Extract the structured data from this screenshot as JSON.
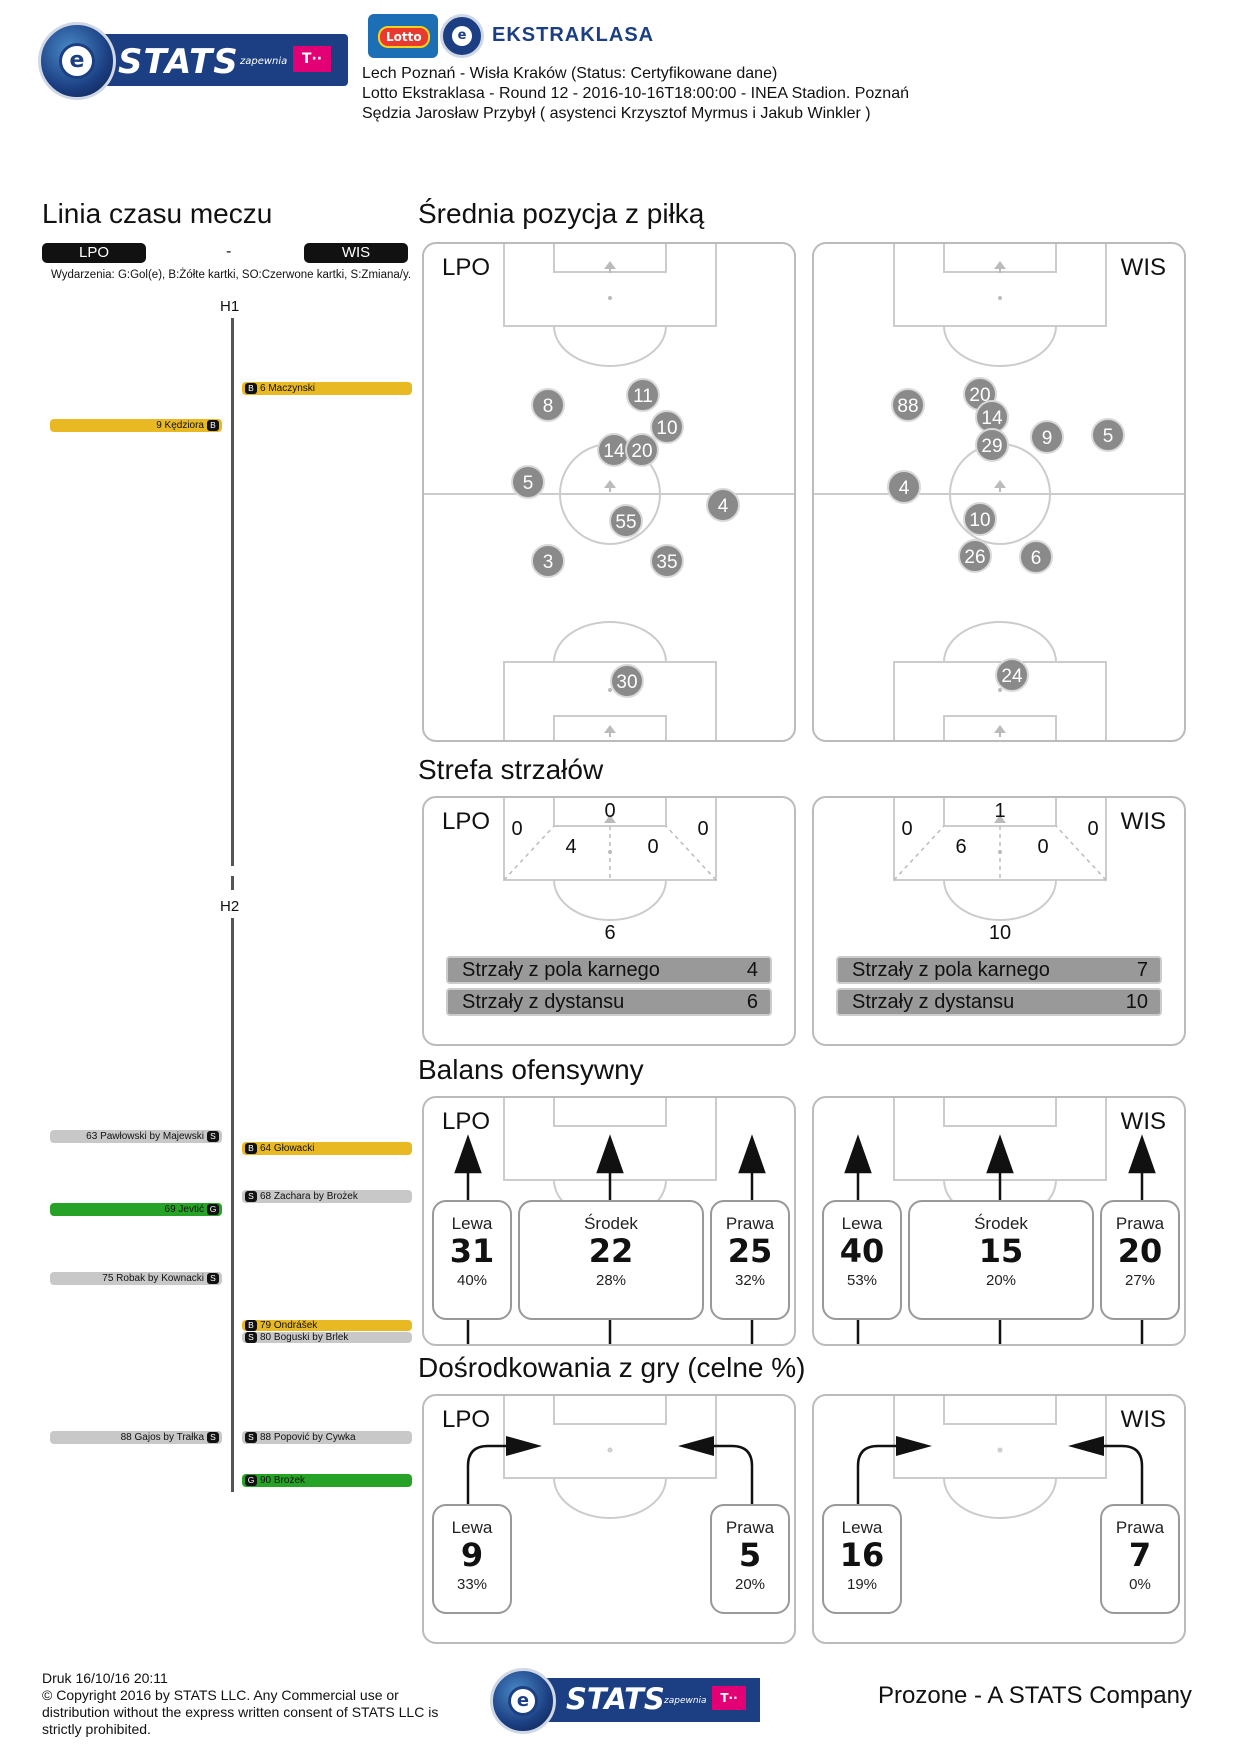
{
  "header": {
    "stats_brand": "STATS",
    "stats_sub": "zapewnia",
    "tmobile_mark": "T··",
    "league_logo_text": "EKSTRAKLASA",
    "lotto_text": "Lotto",
    "line1": "Lech Poznań - Wisła Kraków (Status: Certyfikowane dane)",
    "line2": "Lotto Ekstraklasa - Round 12 - 2016-10-16T18:00:00 - INEA Stadion. Poznań",
    "line3": "Sędzia Jarosław Przybył ( asystenci Krzysztof Myrmus i Jakub Winkler )"
  },
  "timeline": {
    "title": "Linia czasu meczu",
    "home": "LPO",
    "away": "WIS",
    "separator": "-",
    "legend": "Wydarzenia: G:Gol(e), B:Żółte kartki, SO:Czerwone kartki, S:Zmiana/y.",
    "h1": "H1",
    "h2": "H2",
    "events": [
      {
        "side": "right",
        "code": "B",
        "text": "6 Maczynski",
        "color": "yellow"
      },
      {
        "side": "left",
        "code": "B",
        "text": "9 Kędziora",
        "color": "yellow"
      },
      {
        "side": "left",
        "code": "S",
        "text": "63 Pawłowski by Majewski",
        "color": "grey"
      },
      {
        "side": "right",
        "code": "B",
        "text": "64 Głowacki",
        "color": "yellow"
      },
      {
        "side": "right",
        "code": "S",
        "text": "68 Zachara by Brożek",
        "color": "grey"
      },
      {
        "side": "left",
        "code": "G",
        "text": "69 Jevtić",
        "color": "green"
      },
      {
        "side": "left",
        "code": "S",
        "text": "75 Robak by Kownacki",
        "color": "grey"
      },
      {
        "side": "right",
        "code": "B",
        "text": "79 Ondrášek",
        "color": "yellow"
      },
      {
        "side": "right",
        "code": "S",
        "text": "80 Boguski by Brlek",
        "color": "grey"
      },
      {
        "side": "left",
        "code": "S",
        "text": "88 Gajos by Trałka",
        "color": "grey"
      },
      {
        "side": "right",
        "code": "S",
        "text": "88 Popović by Cywka",
        "color": "grey"
      },
      {
        "side": "right",
        "code": "G",
        "text": "90 Brożek",
        "color": "green"
      }
    ]
  },
  "avg_position": {
    "title": "Średnia pozycja z piłką",
    "home": {
      "team": "LPO",
      "players": [
        "8",
        "11",
        "10",
        "14",
        "20",
        "5",
        "4",
        "55",
        "3",
        "35",
        "30"
      ]
    },
    "away": {
      "team": "WIS",
      "players": [
        "88",
        "20",
        "14",
        "29",
        "9",
        "5",
        "4",
        "10",
        "26",
        "6",
        "24"
      ]
    }
  },
  "shot_zone": {
    "title": "Strefa strzałów",
    "home": {
      "team": "LPO",
      "top": "0",
      "left": "0",
      "right": "0",
      "inner_left": "4",
      "inner_right": "0",
      "outside": "6",
      "bars": [
        {
          "label": "Strzały z pola karnego",
          "value": "4"
        },
        {
          "label": "Strzały z dystansu",
          "value": "6"
        }
      ]
    },
    "away": {
      "team": "WIS",
      "top": "1",
      "left": "0",
      "right": "0",
      "inner_left": "6",
      "inner_right": "0",
      "outside": "10",
      "bars": [
        {
          "label": "Strzały z pola karnego",
          "value": "7"
        },
        {
          "label": "Strzały z dystansu",
          "value": "10"
        }
      ]
    }
  },
  "attack_balance": {
    "title": "Balans ofensywny",
    "home": {
      "team": "LPO",
      "zones": [
        {
          "label": "Lewa",
          "value": "31",
          "pct": "40%"
        },
        {
          "label": "Środek",
          "value": "22",
          "pct": "28%"
        },
        {
          "label": "Prawa",
          "value": "25",
          "pct": "32%"
        }
      ]
    },
    "away": {
      "team": "WIS",
      "zones": [
        {
          "label": "Lewa",
          "value": "40",
          "pct": "53%"
        },
        {
          "label": "Środek",
          "value": "15",
          "pct": "20%"
        },
        {
          "label": "Prawa",
          "value": "20",
          "pct": "27%"
        }
      ]
    }
  },
  "crosses": {
    "title": "Dośrodkowania z gry (celne %)",
    "home": {
      "team": "LPO",
      "zones": [
        {
          "label": "Lewa",
          "value": "9",
          "pct": "33%"
        },
        {
          "label": "Prawa",
          "value": "5",
          "pct": "20%"
        }
      ]
    },
    "away": {
      "team": "WIS",
      "zones": [
        {
          "label": "Lewa",
          "value": "16",
          "pct": "19%"
        },
        {
          "label": "Prawa",
          "value": "7",
          "pct": "0%"
        }
      ]
    }
  },
  "footer": {
    "print": "Druk 16/10/16 20:11",
    "copyright": "© Copyright 2016 by STATS LLC. Any Commercial use or distribution without the express written consent of STATS LLC is strictly prohibited.",
    "company": "Prozone - A STATS Company",
    "brand": "STATS",
    "brand_sub": "zapewnia",
    "tmobile_mark": "T··"
  },
  "colors": {
    "yellow": "#e8b923",
    "grey": "#c8c8c8",
    "green": "#26a326",
    "marker": "#8a8a8a"
  }
}
